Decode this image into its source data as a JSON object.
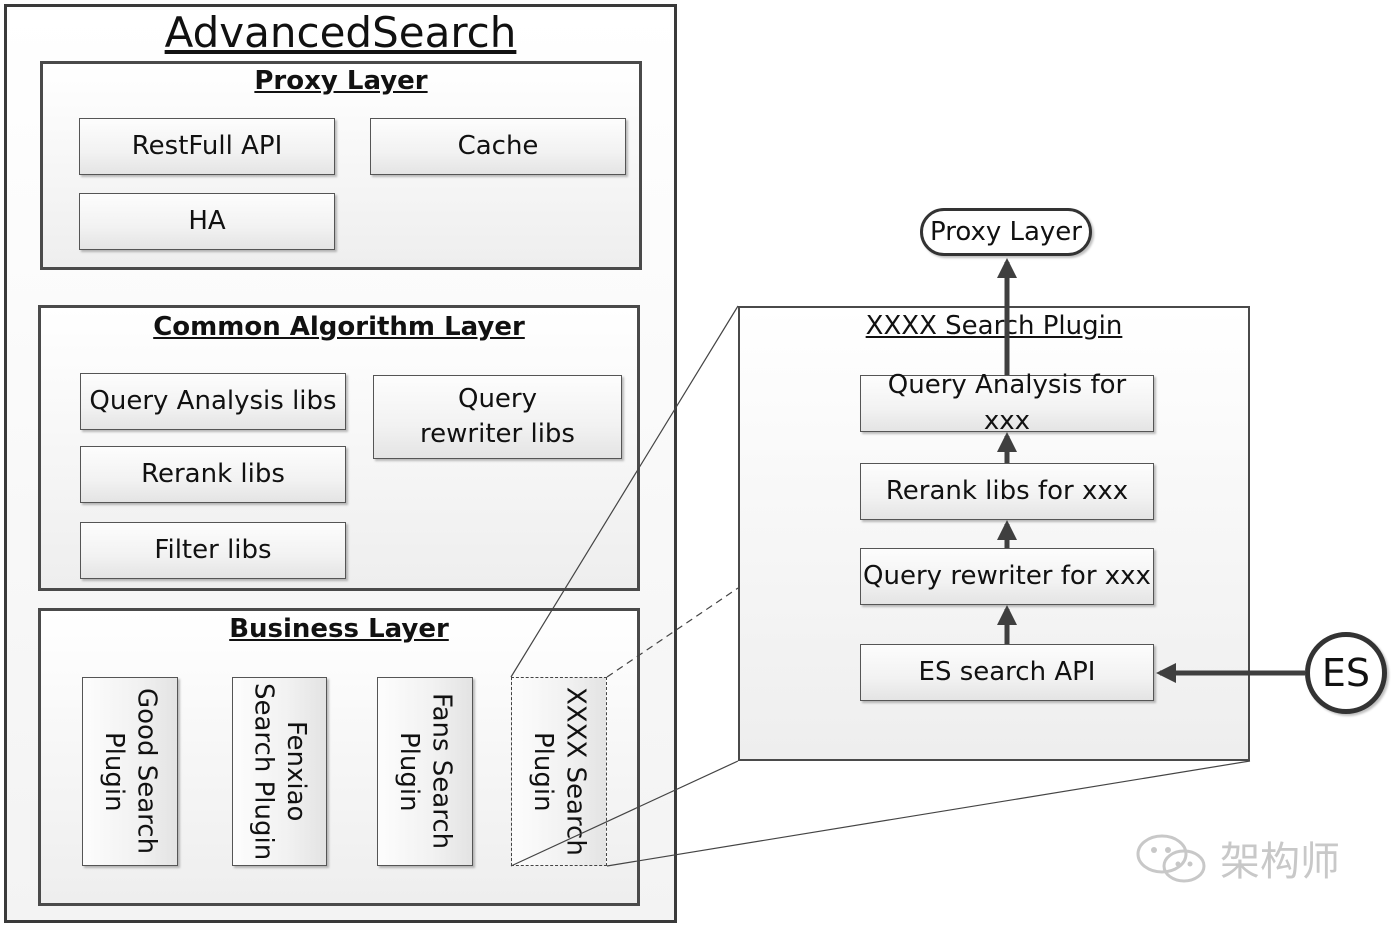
{
  "advanced_search": {
    "title": "AdvancedSearch",
    "proxy_layer": {
      "title": "Proxy Layer",
      "items": [
        "RestFull API",
        "Cache",
        "HA"
      ]
    },
    "algorithm_layer": {
      "title": "Common Algorithm Layer",
      "items": [
        "Query Analysis libs",
        "Query rewriter libs",
        "Rerank libs",
        "Filter libs"
      ]
    },
    "business_layer": {
      "title": "Business Layer",
      "plugins": [
        {
          "line1": "Good Search",
          "line2": "Plugin"
        },
        {
          "line1": "Fenxiao",
          "line2": "Search Plugin"
        },
        {
          "line1": "Fans Search",
          "line2": "Plugin"
        },
        {
          "line1": "XXXX Search",
          "line2": "Plugin"
        }
      ]
    }
  },
  "plugin_detail": {
    "title": "XXXX Search Plugin",
    "steps": [
      "Query Analysis for xxx",
      "Rerank libs for xxx",
      "Query rewriter for xxx",
      "ES search API"
    ]
  },
  "proxy_terminal": "Proxy Layer",
  "es_node": "ES",
  "watermark": "架构师",
  "colors": {
    "stroke": "#3a3a3a",
    "arrow": "#3f3f3f",
    "watermark": "#c8c8c8"
  }
}
